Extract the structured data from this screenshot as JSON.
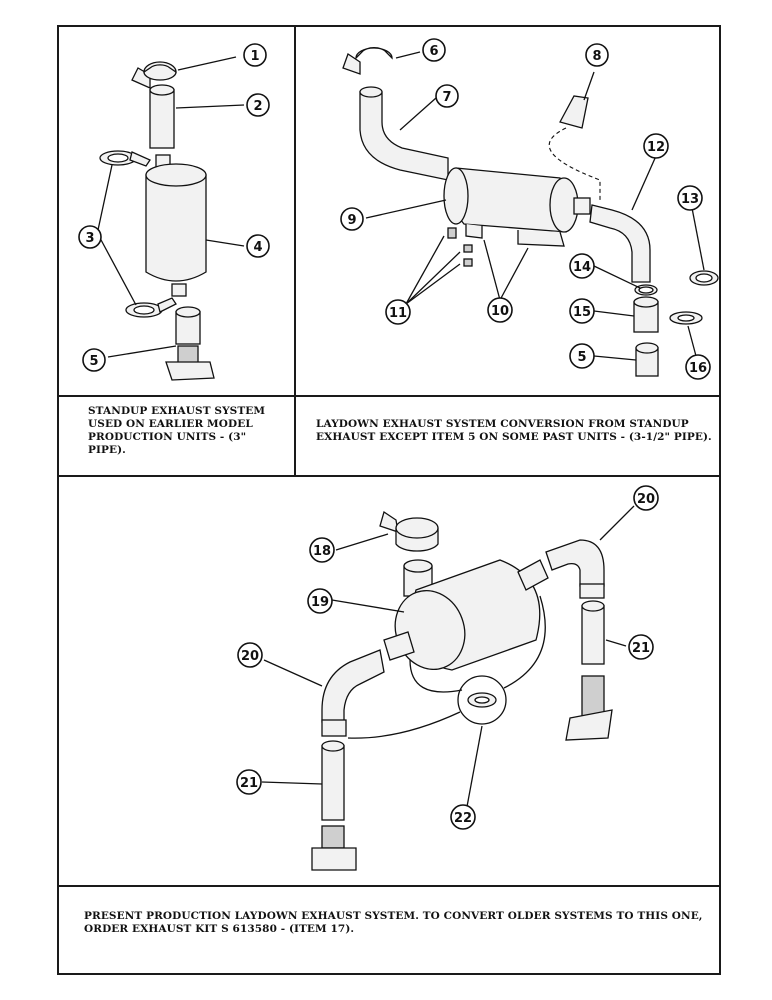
{
  "captions": {
    "standup": "STANDUP EXHAUST SYSTEM USED ON EARLIER MODEL PRODUCTION UNITS - (3\" PIPE).",
    "laydown_conversion": "LAYDOWN EXHAUST SYSTEM CONVERSION FROM STANDUP EXHAUST EXCEPT ITEM 5 ON SOME PAST UNITS - (3-1/2\" PIPE).",
    "present": "PRESENT PRODUCTION LAYDOWN EXHAUST SYSTEM.  TO CONVERT OLDER SYSTEMS TO THIS ONE, ORDER EXHAUST KIT S 613580 - (ITEM 17)."
  },
  "callouts": {
    "c1": "1",
    "c2": "2",
    "c3": "3",
    "c4": "4",
    "c5a": "5",
    "c6": "6",
    "c7": "7",
    "c8": "8",
    "c9": "9",
    "c10": "10",
    "c11": "11",
    "c12": "12",
    "c13": "13",
    "c14": "14",
    "c15": "15",
    "c5b": "5",
    "c16": "16",
    "c18": "18",
    "c19": "19",
    "c20a": "20",
    "c20b": "20",
    "c21a": "21",
    "c21b": "21",
    "c22": "22"
  },
  "colors": {
    "line": "#111111",
    "paper": "#ffffff",
    "shade": "#cfcfcf"
  }
}
